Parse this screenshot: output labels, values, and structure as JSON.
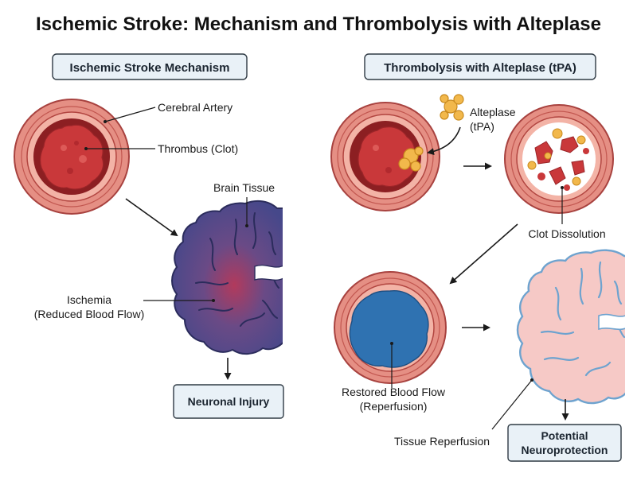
{
  "title": "Ischemic Stroke: Mechanism and Thrombolysis with Alteplase",
  "left_panel": {
    "header": "Ischemic Stroke Mechanism",
    "labels": {
      "artery": "Cerebral Artery",
      "thrombus": "Thrombus (Clot)",
      "brain": "Brain Tissue",
      "ischemia_line1": "Ischemia",
      "ischemia_line2": "(Reduced Blood Flow)"
    },
    "outcome": "Neuronal Injury"
  },
  "right_panel": {
    "header": "Thrombolysis with Alteplase (tPA)",
    "labels": {
      "alteplase_line1": "Alteplase",
      "alteplase_line2": "(tPA)",
      "dissolution": "Clot Dissolution",
      "restored_line1": "Restored Blood Flow",
      "restored_line2": "(Reperfusion)",
      "tissue": "Tissue Reperfusion"
    },
    "outcome_line1": "Potential",
    "outcome_line2": "Neuroprotection"
  },
  "colors": {
    "artery_outer": "#e58f84",
    "artery_wall": "#b23c3a",
    "clot": "#c9383a",
    "tpa": "#f2b84b",
    "blood_flow": "#2f72b1",
    "ischemic_brain": "#4e4d8e",
    "reperfused_brain": "#f6c9c6",
    "reperfused_outline": "#6ea3cf",
    "box_fill": "#e9f1f7"
  }
}
